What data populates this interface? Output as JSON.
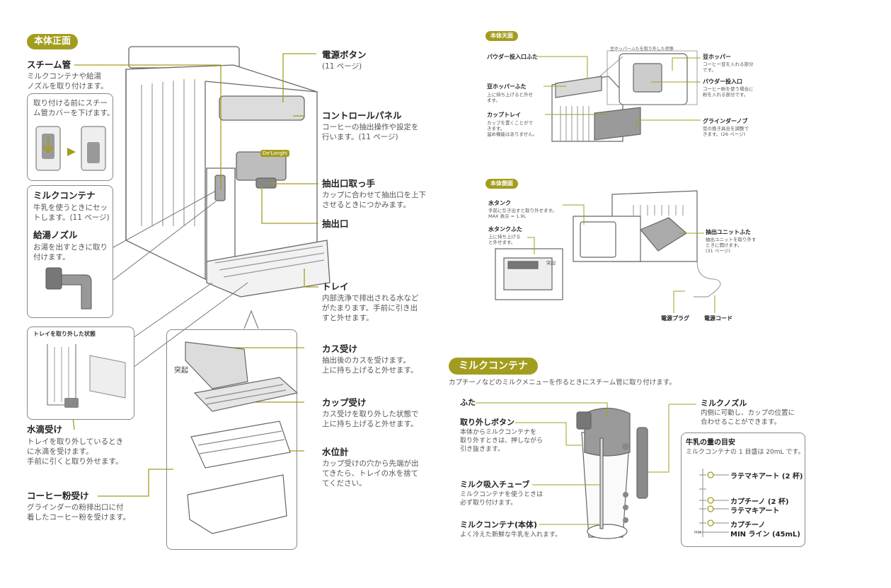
{
  "front": {
    "header": "本体正面",
    "steam_title": "スチーム管",
    "steam_desc": "ミルクコンテナや給湯\nノズルを取り付けます。",
    "steam_inset": "取り付ける前にスチー\nム管カバーを下げます。",
    "milkcon_title": "ミルクコンテナ",
    "milkcon_desc": "牛乳を使うときにセッ\nトします。(11 ページ)",
    "hotwater_title": "給湯ノズル",
    "hotwater_desc": "お湯を出すときに取り\n付けます。",
    "tray_removed": "トレイを取り外した状態",
    "drip_title": "水滴受け",
    "drip_desc": "トレイを取り外しているとき\nに水滴を受けます。\n手前に引くと取り外せます。",
    "grounds_title": "コーヒー粉受け",
    "grounds_desc": "グラインダーの粉排出口に付\n着したコーヒー粉を受けます。",
    "power_title": "電源ボタン",
    "power_desc": "(11 ページ)",
    "control_title": "コントロールパネル",
    "control_desc": "コーヒーの抽出操作や設定を\n行います。(11 ページ)",
    "handle_title": "抽出口取っ手",
    "handle_desc": "カップに合わせて抽出口を上下\nさせるときにつかみます。",
    "spout_title": "抽出口",
    "tray_title": "トレイ",
    "tray_desc": "内部洗浄で排出される水など\nがたまります。手前に引き出\nすと外せます。",
    "kasu_title": "カス受け",
    "kasu_desc": "抽出後のカスを受けます。\n上に持ち上げると外せます。",
    "kasu_tab": "突起",
    "cup_title": "カップ受け",
    "cup_desc": "カス受けを取り外した状態で\n上に持ち上げると外せます。",
    "level_title": "水位計",
    "level_desc": "カップ受けの穴から先端が出\nてきたら、トレイの水を捨て\nてください。",
    "brand": "De'Longhi"
  },
  "top": {
    "header": "本体天面",
    "powder_lid": "パウダー投入口ふた",
    "removed_label": "豆ホッパーふたを取り外した状態",
    "hopper_lid_title": "豆ホッパーふた",
    "hopper_lid_desc": "上に持ち上げると外せ\nます。",
    "cuptray_title": "カップトレイ",
    "cuptray_desc": "カップを置くことがで\nきます。\n温め機能はありません。",
    "hopper_title": "豆ホッパー",
    "hopper_desc": "コーヒー豆を入れる部分\nです。",
    "powder_inlet_title": "パウダー投入口",
    "powder_inlet_desc": "コーヒー粉を使う場合に\n粉を入れる部分です。",
    "grinder_title": "グラインダーノブ",
    "grinder_desc": "豆の挽き具合を調整で\nきます。(26 ページ)"
  },
  "side": {
    "header": "本体側面",
    "tank_title": "水タンク",
    "tank_desc": "手前に引き出すと取り外せます。\nMAX 表示 = 1.9L",
    "tanklid_title": "水タンクふた",
    "tanklid_desc": "上に持ち上げる\nと外せます。",
    "tab": "突起",
    "brew_title": "抽出ユニットふた",
    "brew_desc": "抽出ユニットを取り外す\nときに開けます。\n(31 ページ)",
    "plug": "電源プラグ",
    "cord": "電源コード"
  },
  "milk": {
    "header": "ミルクコンテナ",
    "intro": "カプチーノなどのミルクメニューを作るときにスチーム管に取り付けます。",
    "lid": "ふた",
    "release_title": "取り外しボタン",
    "release_desc": "本体からミルクコンテナを\n取り外すときは、押しながら\n引き抜きます。",
    "tube_title": "ミルク吸入チューブ",
    "tube_desc": "ミルクコンテナを使うときは\n必ず取り付けます。",
    "body_title": "ミルクコンテナ(本体)",
    "body_desc": "よく冷えた新鮮な牛乳を入れます。",
    "nozzle_title": "ミルクノズル",
    "nozzle_desc": "内側に可動し、カップの位置に\n合わせることができます。",
    "guide_title": "牛乳の量の目安",
    "guide_desc": "ミルクコンテナの 1 目盛は 20mL です。",
    "levels": [
      "ラテマキアート (2 杯)",
      "カプチーノ (2 杯)",
      "ラテマキアート",
      "カプチーノ",
      "MIN ライン (45mL)"
    ],
    "min_mark": "MIN"
  },
  "colors": {
    "accent": "#a39d1f",
    "line": "#a39d1f",
    "outline": "#888888",
    "gray": "#cfcfcf"
  }
}
